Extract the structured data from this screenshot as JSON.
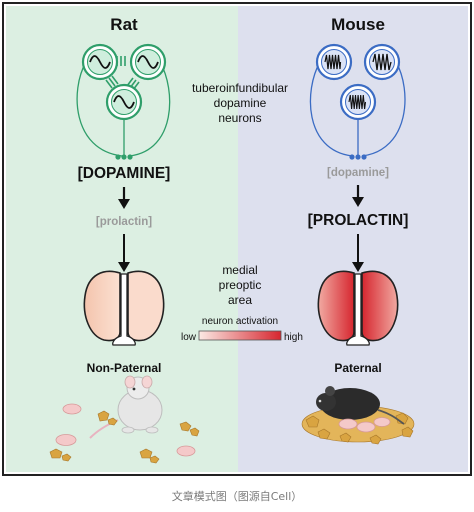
{
  "rat": {
    "title": "Rat",
    "dopamine": "[DOPAMINE]",
    "prolactin": "[prolactin]",
    "outcome": "Non-Paternal"
  },
  "mouse": {
    "title": "Mouse",
    "dopamine": "[dopamine]",
    "prolactin": "[PROLACTIN]",
    "outcome": "Paternal"
  },
  "center": {
    "neurons_line1": "tuberoinfundibular",
    "neurons_line2": "dopamine",
    "neurons_line3": "neurons",
    "mpoa_line1": "medial",
    "mpoa_line2": "preoptic",
    "mpoa_line3": "area"
  },
  "legend": {
    "title": "neuron activation",
    "low": "low",
    "high": "high"
  },
  "caption": "文章模式图（图源自Cell）",
  "colors": {
    "rat_panel": "#dcefe2",
    "mouse_panel": "#dde0ee",
    "neuron_green": "#2f9e6a",
    "neuron_blue": "#3b6cc4",
    "high_red": "#d6262f",
    "low_pink": "#f6cbb8",
    "muted_gray": "#9a9a9a"
  }
}
